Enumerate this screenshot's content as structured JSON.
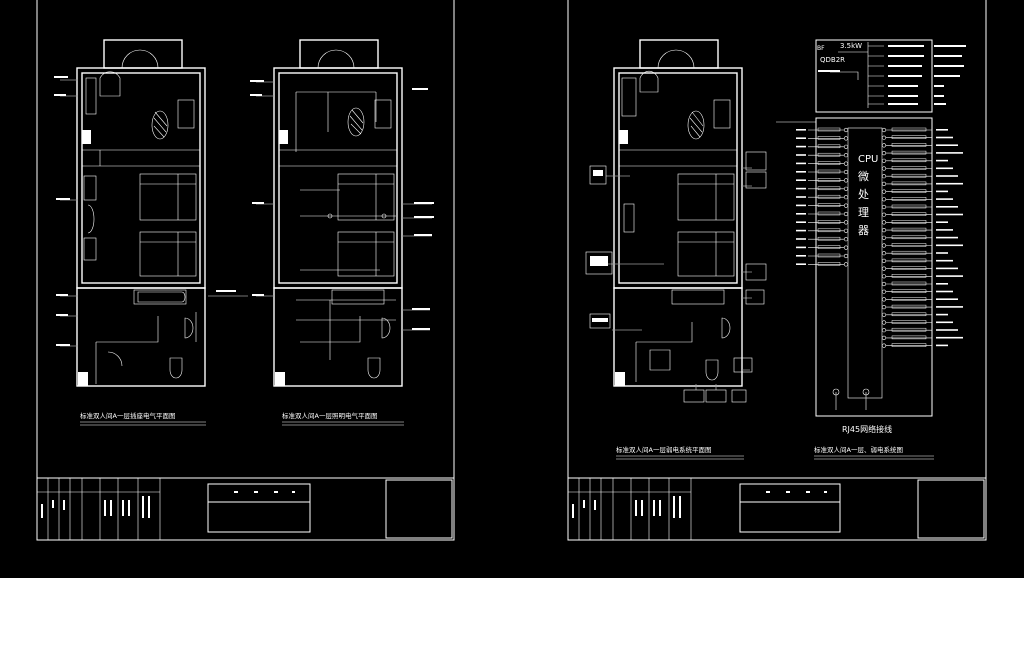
{
  "colors": {
    "canvas_background": "#000000",
    "page_margin": "#ffffff",
    "linework": "#ffffff",
    "secondary_linework": "#9a9a9a"
  },
  "sheet_left": {
    "plan_a_title": "标准双人间A一层插座电气平面图",
    "plan_b_title": "标准双人间A一层照明电气平面图"
  },
  "sheet_right": {
    "plan_c_title": "标准双人间A一层弱电系统平面图",
    "plan_d_title": "标准双人间A一层、弱电系统图",
    "panel": {
      "rating": "3.5kW",
      "breaker": "QDB2R",
      "board_label": "BF",
      "cpu_label": "CPU",
      "controller_chars": [
        "微",
        "处",
        "理",
        "器"
      ],
      "rj45_label": "RJ45网络接线"
    }
  },
  "icons": [
    "door-swing-icon",
    "bed-icon",
    "bathtub-icon",
    "toilet-icon",
    "washbasin-icon",
    "oval-mirror-icon",
    "device-box-icon"
  ]
}
